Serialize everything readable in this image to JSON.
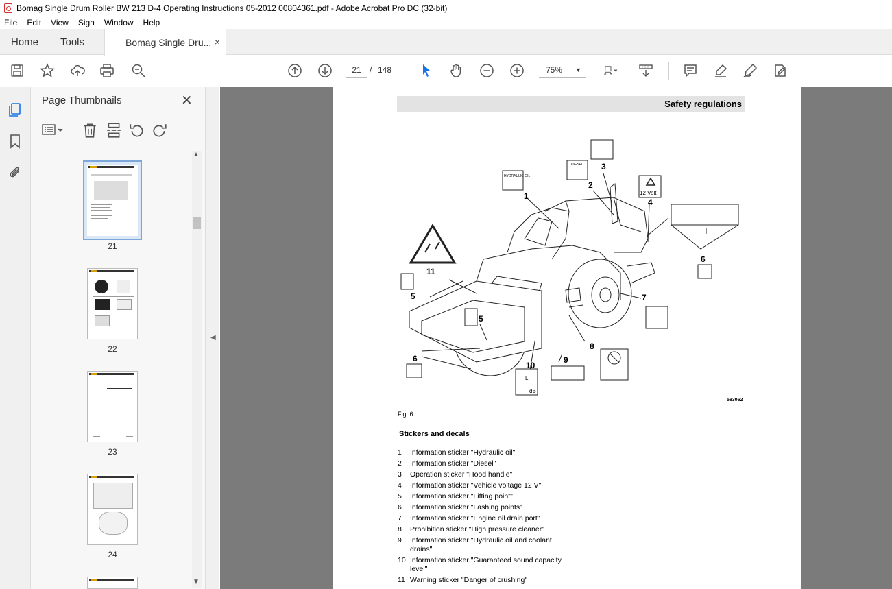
{
  "window": {
    "title": "Bomag Single Drum Roller BW 213 D-4 Operating Instructions 05-2012 00804361.pdf - Adobe Acrobat Pro DC (32-bit)"
  },
  "menu": [
    "File",
    "Edit",
    "View",
    "Sign",
    "Window",
    "Help"
  ],
  "tabs": {
    "home": "Home",
    "tools": "Tools",
    "document": "Bomag Single Dru...",
    "close": "×"
  },
  "toolbar": {
    "current_page": "21",
    "separator": "/",
    "total_pages": "148",
    "zoom": "75%",
    "icons": [
      "save-icon",
      "bookmark-star-icon",
      "upload-icon",
      "print-icon",
      "search-zoom-icon",
      "page-up-icon",
      "page-down-icon",
      "select-cursor-icon",
      "hand-icon",
      "zoom-out-icon",
      "zoom-in-icon",
      "fit-page-icon",
      "scroll-mode-icon",
      "comment-icon",
      "highlight-icon",
      "draw-icon",
      "fill-sign-icon"
    ]
  },
  "panel": {
    "title": "Page Thumbnails",
    "close": "✕",
    "thumbnails": [
      {
        "label": "21",
        "active": true
      },
      {
        "label": "22",
        "active": false
      },
      {
        "label": "23",
        "active": false
      },
      {
        "label": "24",
        "active": false
      }
    ]
  },
  "page": {
    "section_title": "Safety regulations",
    "figure_id": "583062",
    "figure_caption": "Fig. 6",
    "callouts": [
      "1",
      "2",
      "3",
      "4",
      "5",
      "5",
      "5",
      "6",
      "6",
      "7",
      "8",
      "9",
      "10",
      "11"
    ],
    "sticker_texts": {
      "hydraulic": "HYDRAULIC OIL",
      "diesel": "DIESEL",
      "volt": "12 Volt",
      "sound_unit": "L",
      "sound_db": "dB"
    },
    "stickers_heading": "Stickers and decals",
    "stickers": [
      {
        "num": "1",
        "text": "Information sticker \"Hydraulic oil\""
      },
      {
        "num": "2",
        "text": "Information sticker \"Diesel\""
      },
      {
        "num": "3",
        "text": "Operation sticker \"Hood handle\""
      },
      {
        "num": "4",
        "text": "Information sticker \"Vehicle voltage 12 V\""
      },
      {
        "num": "5",
        "text": "Information sticker \"Lifting point\""
      },
      {
        "num": "6",
        "text": "Information sticker \"Lashing points\""
      },
      {
        "num": "7",
        "text": "Information sticker \"Engine oil drain port\""
      },
      {
        "num": "8",
        "text": "Prohibition sticker \"High pressure cleaner\""
      },
      {
        "num": "9",
        "text": "Information sticker \"Hydraulic oil and coolant drains\""
      },
      {
        "num": "10",
        "text": "Information sticker \"Guaranteed sound capacity level\""
      },
      {
        "num": "11",
        "text": "Warning sticker \"Danger of crushing\""
      }
    ]
  },
  "colors": {
    "accent_blue": "#1473e6",
    "doc_background": "#7b7b7b",
    "header_gray": "#e3e3e3",
    "acrobat_red": "#d32f2f"
  }
}
